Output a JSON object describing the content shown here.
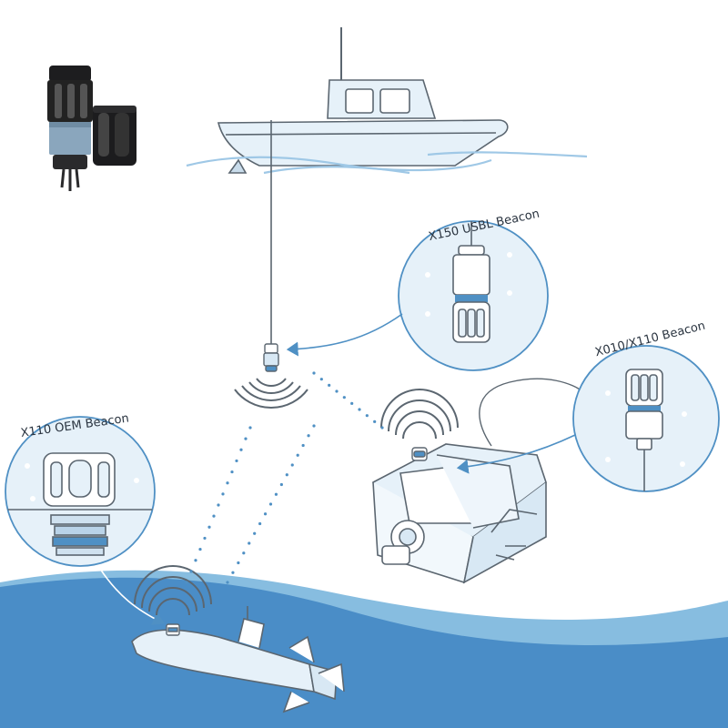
{
  "labels": {
    "usbl_beacon": "X150 USBL Beacon",
    "x010_beacon": "X010/X110 Beacon",
    "oem_beacon": "X110 OEM Beacon"
  },
  "colors": {
    "outline": "#5b6670",
    "light_fill": "#e6f1f9",
    "accent": "#4f90c4",
    "sea_dark": "#4a8dc7",
    "sea_light": "#87bde0",
    "water_line": "#9fc8e6"
  }
}
